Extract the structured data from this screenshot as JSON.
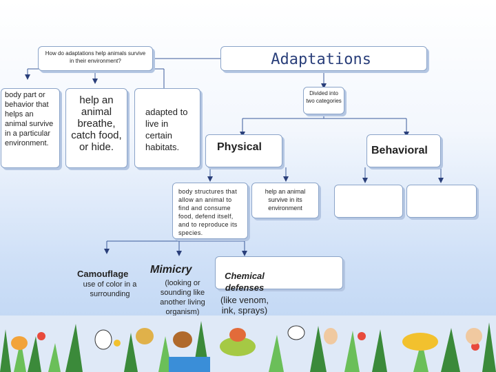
{
  "question": "How do adaptations help animals survive in their environment?",
  "title": "Adaptations",
  "definition": "body part or behavior that helps an animal survive in a particular environment.",
  "help_text": "help an animal breathe, catch food, or hide.",
  "adapted_text": "adapted to live in certain habitats.",
  "divided_text": "Divided into two categories",
  "physical_label": "Physical",
  "behavioral_label": "Behavioral",
  "body_structures_text": "body structures that allow an animal to find and consume food, defend itself, and to reproduce its species.",
  "help_survive_text": "help an animal survive in its environment",
  "camouflage": {
    "title": "Camouflage",
    "desc": "use of color in a surrounding"
  },
  "mimicry": {
    "title": "Mimicry",
    "desc": "(looking or sounding like another living organism)"
  },
  "chemical": {
    "title": "Chemical defenses",
    "desc": "(like venom, ink, sprays)"
  },
  "colors": {
    "border": "#8aa3c8",
    "shadow": "#b4c6e2",
    "arrow": "#2a3f7a",
    "line": "#3a5a9a"
  }
}
